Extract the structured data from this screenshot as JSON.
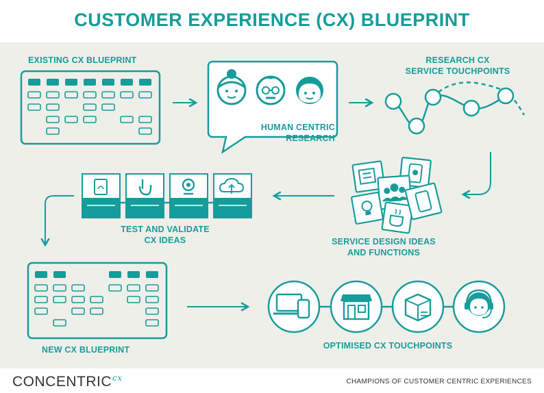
{
  "title": "CUSTOMER EXPERIENCE (CX) BLUEPRINT",
  "steps": {
    "existing": "EXISTING CX BLUEPRINT",
    "human_1": "HUMAN CENTRIC",
    "human_2": "RESEARCH",
    "research_1": "RESEARCH CX",
    "research_2": "SERVICE TOUCHPOINTS",
    "service_1": "SERVICE DESIGN IDEAS",
    "service_2": "AND FUNCTIONS",
    "test_1": "TEST AND VALIDATE",
    "test_2": "CX IDEAS",
    "new": "NEW CX BLUEPRINT",
    "optimised": "OPTIMISED CX TOUCHPOINTS"
  },
  "footer": {
    "brand": "CONCENTRIC",
    "brand_suffix": "cx",
    "tagline": "CHAMPIONS OF CUSTOMER CENTRIC EXPERIENCES"
  },
  "colors": {
    "accent": "#169c9a",
    "panel": "#efefea",
    "text": "#333333"
  }
}
